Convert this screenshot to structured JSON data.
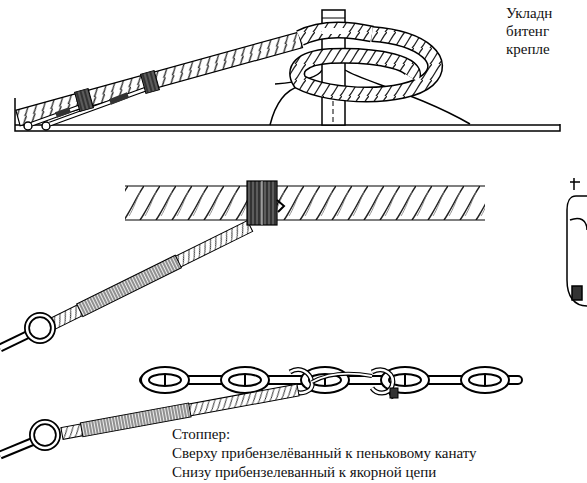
{
  "diagram": {
    "labels": [
      "Укладн",
      "битенг",
      "крепле",
      "Стоппер:",
      "Сверху прибензелёванный к пеньковому канату",
      "Снизу прибензелеванный к якорной цепи"
    ]
  }
}
